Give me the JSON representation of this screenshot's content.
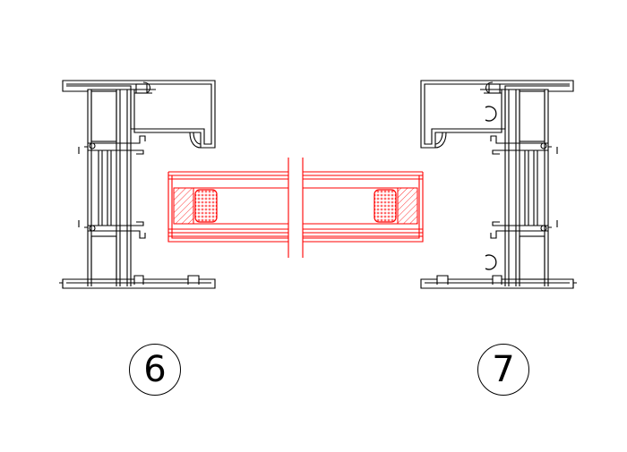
{
  "callouts": [
    {
      "number": "6"
    },
    {
      "number": "7"
    }
  ],
  "colors": {
    "profile_stroke": "#000000",
    "glazing_stroke": "#ff0000",
    "background": "#ffffff"
  },
  "elements": [
    "left-frame-profile",
    "right-frame-profile",
    "glazing-unit",
    "left-spacer",
    "right-spacer",
    "center-break-lines"
  ]
}
